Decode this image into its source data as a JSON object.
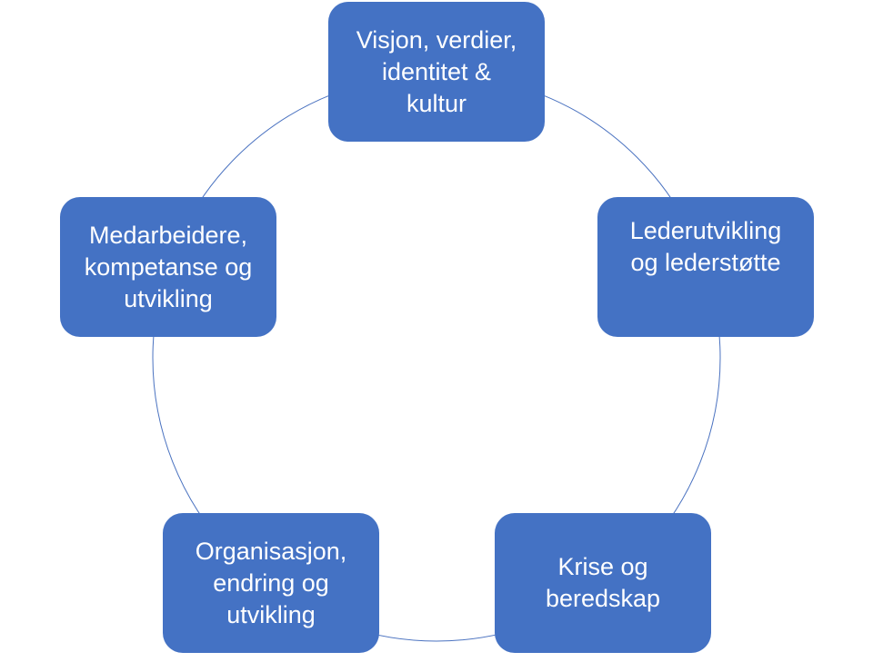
{
  "diagram": {
    "nodes": [
      {
        "label": "Visjon, verdier,\nidentitet &\nkultur"
      },
      {
        "label": "Lederutvikling\nog lederstøtte"
      },
      {
        "label": "Krise og\nberedskap"
      },
      {
        "label": "Organisasjon,\nendring og\nutvikling"
      },
      {
        "label": "Medarbeidere,\nkompetanse og\nutvikling"
      }
    ],
    "colors": {
      "node_fill": "#4472c4",
      "node_text": "#ffffff",
      "ring": "#4a72c0"
    }
  }
}
